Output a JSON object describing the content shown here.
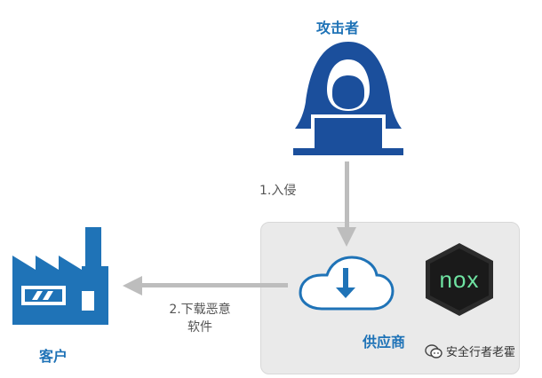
{
  "nodes": {
    "attacker": {
      "label": "攻击者",
      "icon": "hacker-icon"
    },
    "vendor": {
      "label": "供应商",
      "icons": [
        "cloud-download-icon",
        "nox-logo-icon"
      ],
      "logo_text": "nox"
    },
    "customer": {
      "label": "客户",
      "icon": "factory-icon"
    }
  },
  "edges": [
    {
      "from": "attacker",
      "to": "vendor",
      "label": "1.入侵"
    },
    {
      "from": "vendor",
      "to": "customer",
      "label_lines": [
        "2.下载恶意",
        "软件"
      ]
    }
  ],
  "watermark": {
    "text": "安全行者老霍",
    "icon": "wechat-icon"
  },
  "colors": {
    "primary_blue": "#1f73b7",
    "dark_blue": "#1b4f9c",
    "arrow_gray": "#bdbdbd",
    "box_gray": "#eaeaea"
  }
}
